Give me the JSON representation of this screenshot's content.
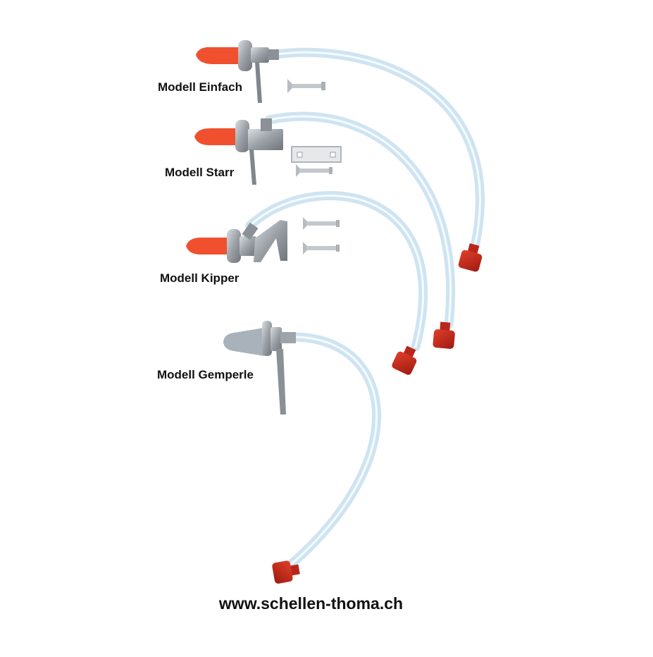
{
  "models": [
    {
      "id": "einfach",
      "label": "Modell Einfach"
    },
    {
      "id": "starr",
      "label": "Modell Starr"
    },
    {
      "id": "kipper",
      "label": "Modell Kipper"
    },
    {
      "id": "gemperle",
      "label": "Modell Gemperle"
    }
  ],
  "website": "www.schellen-thoma.ch",
  "colors": {
    "teat": "#f0502e",
    "teat_gray": "#a9b2bb",
    "connector": "#c8261a",
    "hose": "#cfe4f1",
    "metal": "#9aa0a6"
  }
}
